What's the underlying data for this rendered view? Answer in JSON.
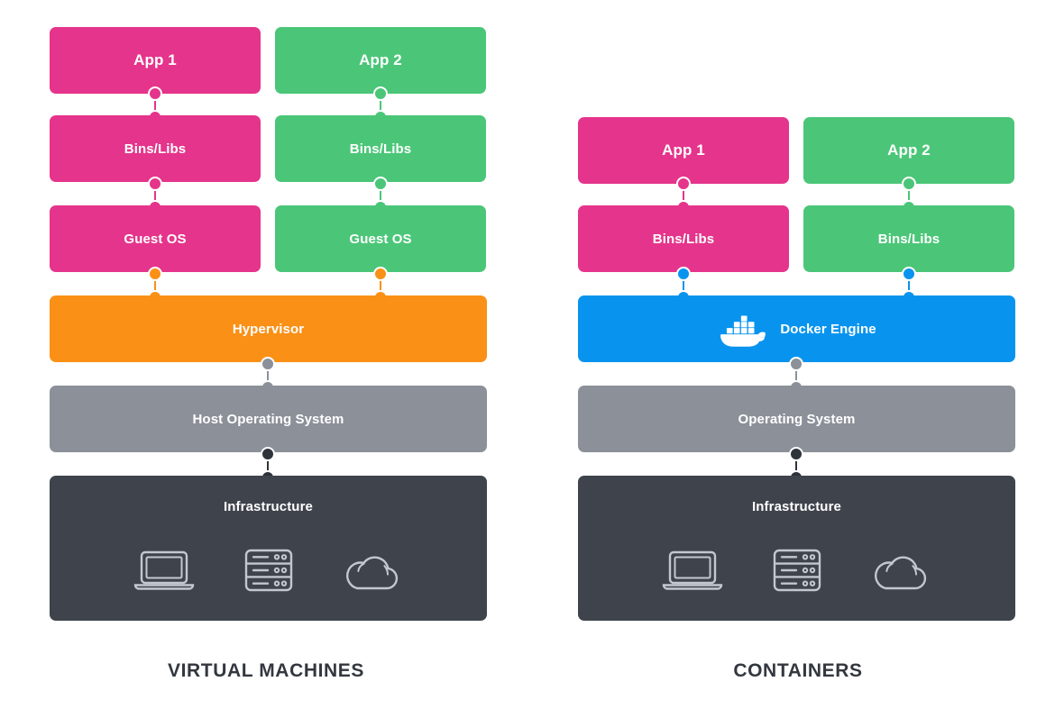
{
  "diagram": {
    "title_left": "VIRTUAL MACHINES",
    "title_right": "CONTAINERS",
    "colors": {
      "pink": "#e5348b",
      "green": "#4bc678",
      "orange": "#fa9016",
      "blue": "#0894ee",
      "gray": "#8b9099",
      "dark": "#3e434c",
      "background": "#ffffff",
      "caption_text": "#33373f",
      "box_text": "#ffffff",
      "icon_stroke": "#c3c8cf"
    }
  },
  "vm": {
    "caption": "VIRTUAL MACHINES",
    "col_left": {
      "app": "App 1",
      "bins": "Bins/Libs",
      "guest_os": "Guest OS"
    },
    "col_right": {
      "app": "App 2",
      "bins": "Bins/Libs",
      "guest_os": "Guest OS"
    },
    "hypervisor": "Hypervisor",
    "host_os": "Host Operating System",
    "infrastructure": "Infrastructure",
    "infra_icons": [
      "laptop-icon",
      "server-rack-icon",
      "cloud-icon"
    ]
  },
  "containers": {
    "caption": "CONTAINERS",
    "col_left": {
      "app": "App 1",
      "bins": "Bins/Libs"
    },
    "col_right": {
      "app": "App 2",
      "bins": "Bins/Libs"
    },
    "engine": "Docker Engine",
    "engine_logo": "docker-whale-icon",
    "operating_system": "Operating System",
    "infrastructure": "Infrastructure",
    "infra_icons": [
      "laptop-icon",
      "server-rack-icon",
      "cloud-icon"
    ]
  }
}
